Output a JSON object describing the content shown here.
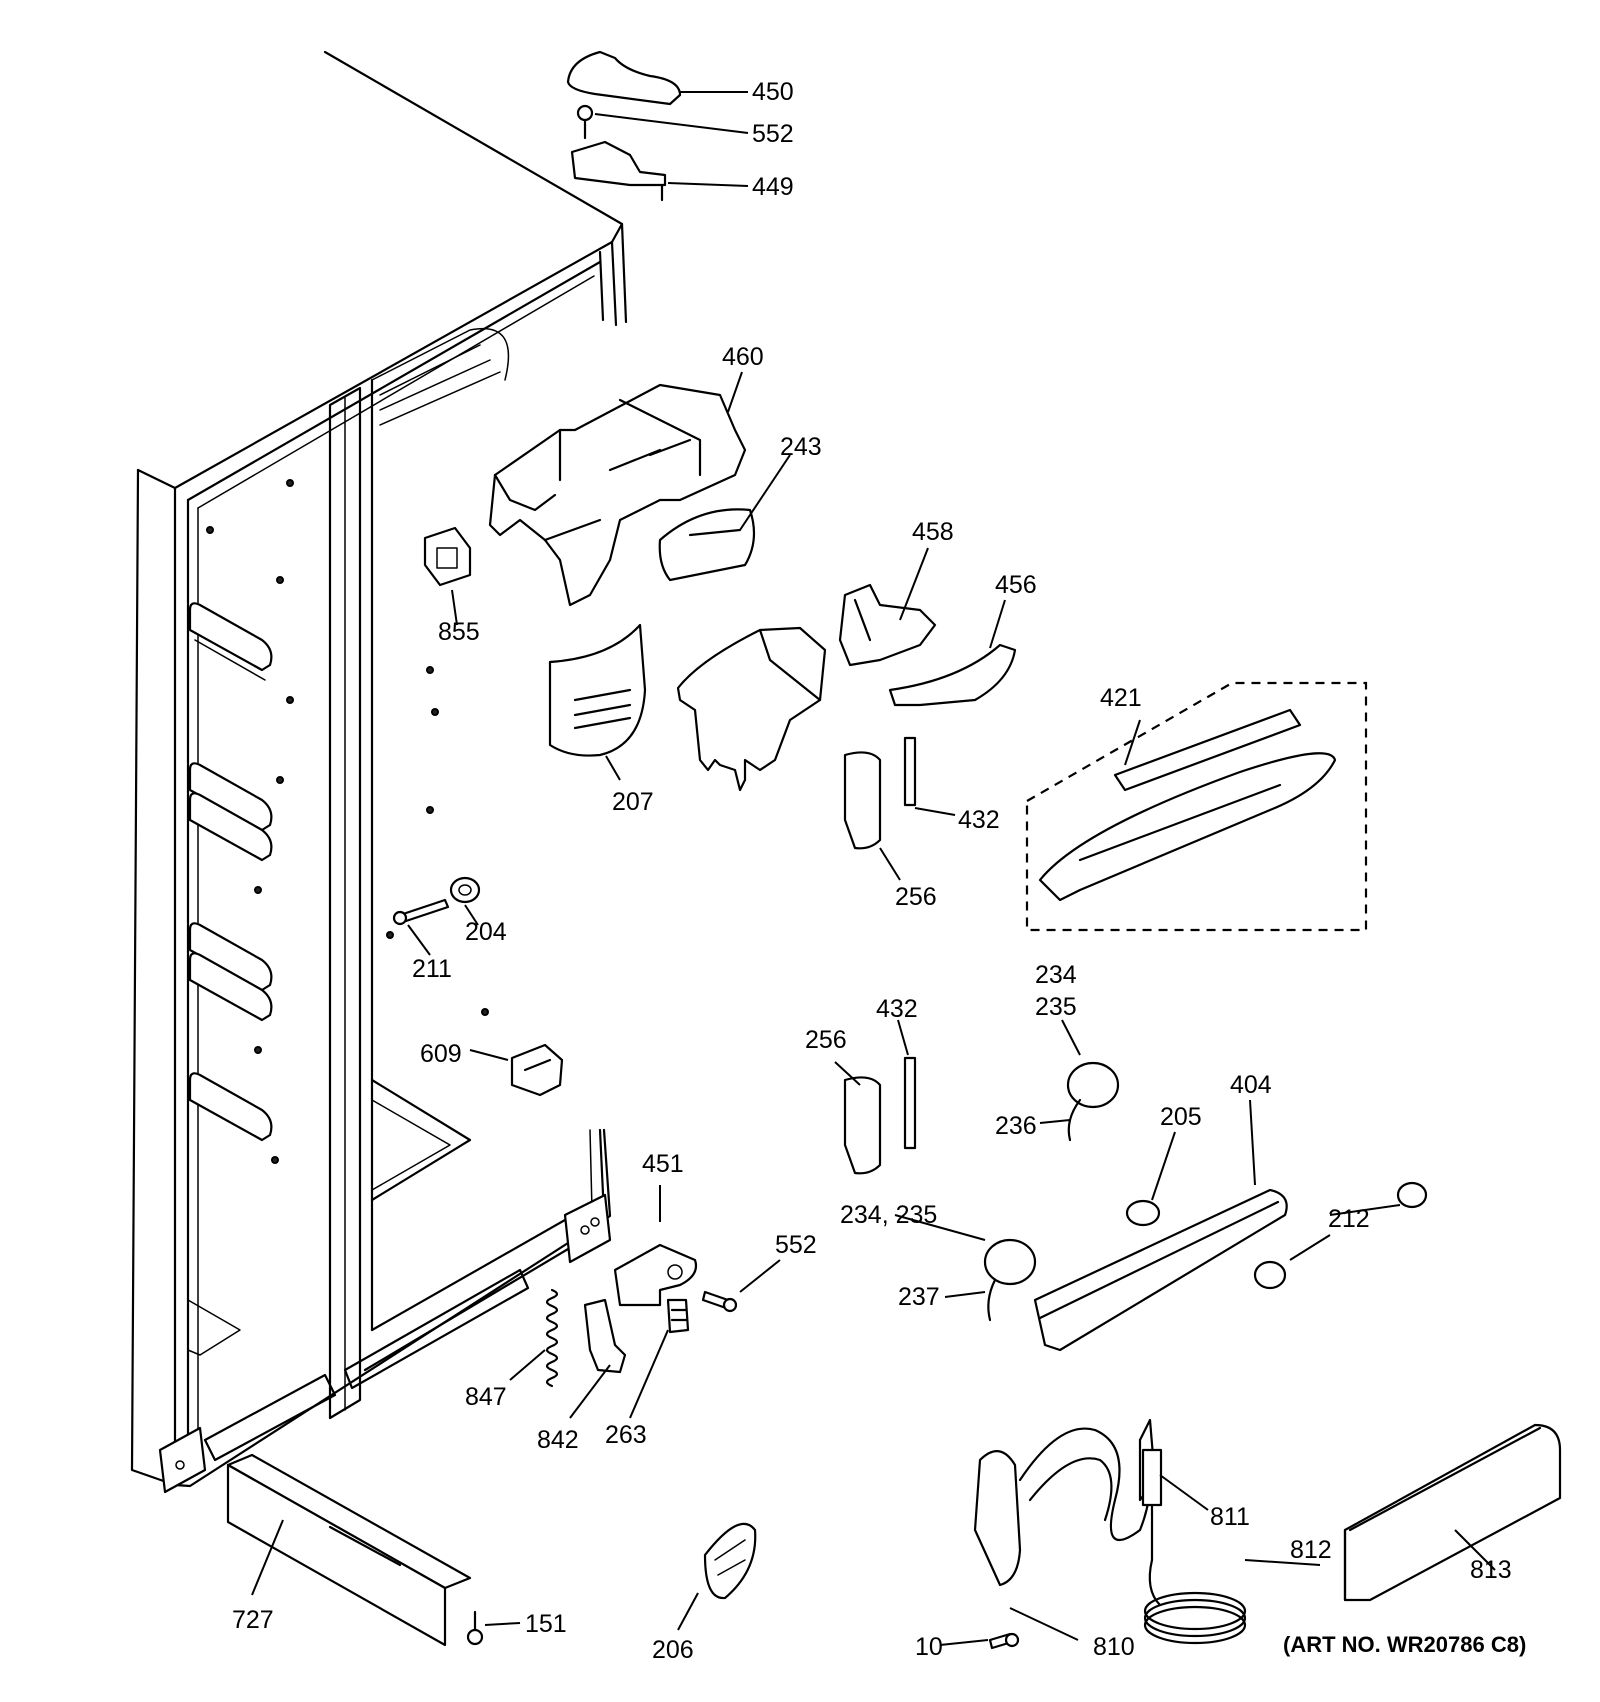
{
  "diagram": {
    "art_number": "(ART NO. WR20786 C8)",
    "labels": {
      "p450": "450",
      "p552_top": "552",
      "p449": "449",
      "p460": "460",
      "p243": "243",
      "p855": "855",
      "p458": "458",
      "p456": "456",
      "p207": "207",
      "p421": "421",
      "p432_a": "432",
      "p256_a": "256",
      "p204": "204",
      "p211": "211",
      "p234_235_top1": "234",
      "p234_235_top2": "235",
      "p609": "609",
      "p256_b": "256",
      "p432_b": "432",
      "p236": "236",
      "p205": "205",
      "p404": "404",
      "p451": "451",
      "p552_mid": "552",
      "p234_235": "234, 235",
      "p212": "212",
      "p237": "237",
      "p847": "847",
      "p842": "842",
      "p263": "263",
      "p811": "811",
      "p812": "812",
      "p813": "813",
      "p727": "727",
      "p151": "151",
      "p206": "206",
      "p10": "10",
      "p810": "810"
    }
  }
}
